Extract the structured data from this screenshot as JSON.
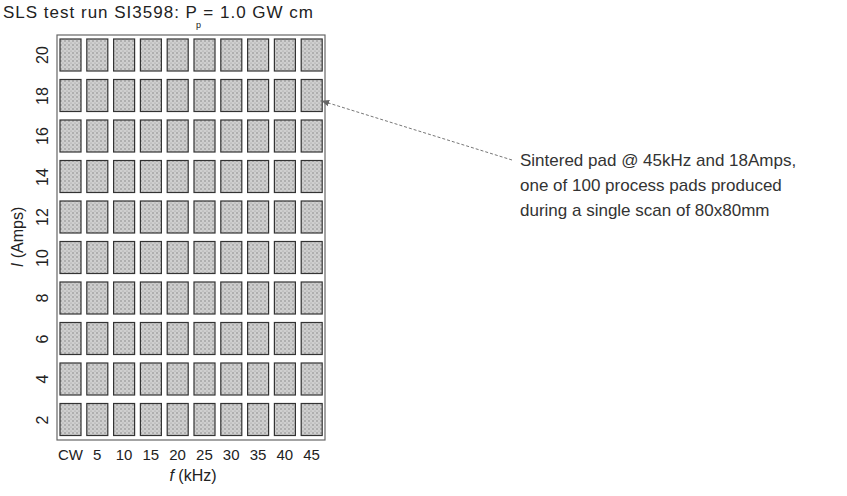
{
  "diagram": {
    "title": "SLS test run SI3598: P = 1.0 GW cm",
    "labels": [
      "p",
      "20",
      "18",
      "16",
      "14",
      "12",
      "10",
      "8",
      "6",
      "4",
      "2",
      "I (Amps)",
      "CW",
      "5",
      "10",
      "15",
      "20",
      "25",
      "30",
      "35",
      "40",
      "45",
      "f (kHz)",
      "Sintered pad @ 45kHz and 18Amps, one of 100 process pads produced during a single scan of 80x80mm"
    ]
  }
}
